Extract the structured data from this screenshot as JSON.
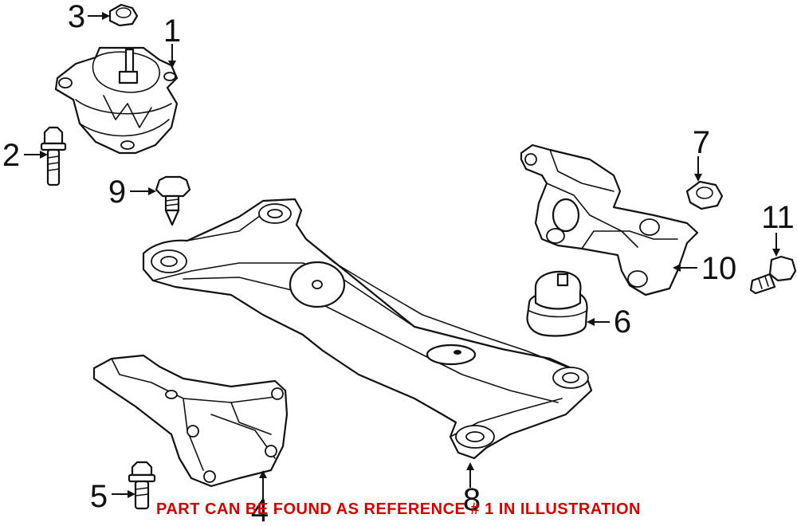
{
  "diagram": {
    "callouts": [
      "1",
      "2",
      "3",
      "4",
      "5",
      "6",
      "7",
      "8",
      "9",
      "10",
      "11"
    ],
    "notice": "PART CAN BE FOUND AS REFERENCE # 1 IN ILLUSTRATION",
    "colors": {
      "lines": "#111111",
      "notice": "#cc0000",
      "background": "#ffffff"
    }
  }
}
